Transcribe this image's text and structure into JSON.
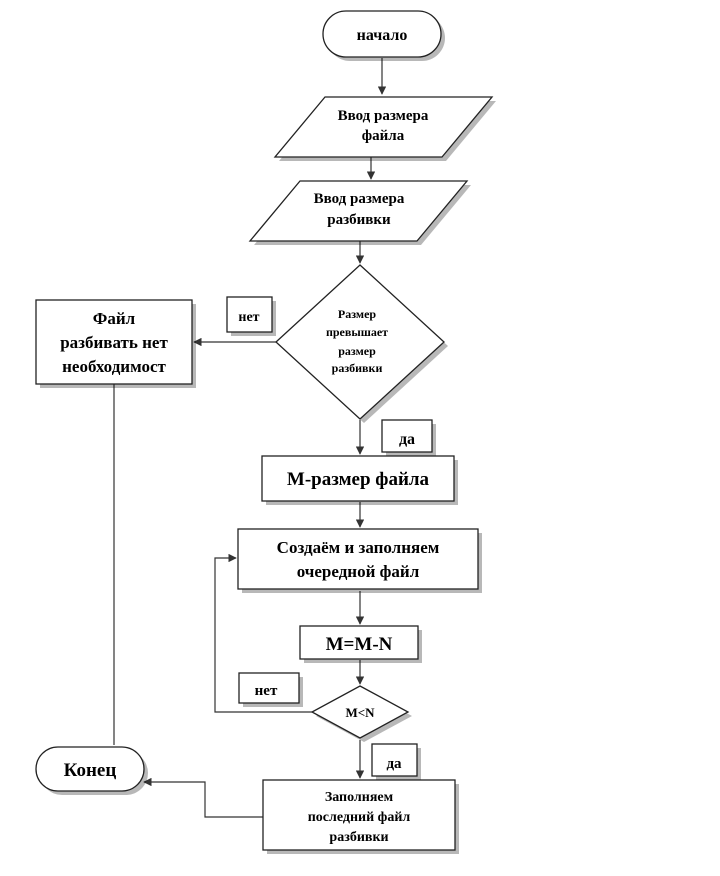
{
  "flowchart": {
    "start": "начало",
    "input_file_size": [
      "Ввод размера",
      "файла"
    ],
    "input_split_size": [
      "Ввод размера",
      "разбивки"
    ],
    "condition_size": [
      "Размер",
      "превышает",
      "размер",
      "разбивки"
    ],
    "label_no_1": "нет",
    "no_split_needed": [
      "Файл",
      "разбивать нет",
      "необходимост"
    ],
    "label_yes_1": "да",
    "m_assign": "М-размер файла",
    "create_fill": [
      "Создаём и заполняем",
      "очередной файл"
    ],
    "m_minus_n": "М=М-N",
    "label_no_2": "нет",
    "condition_m_n": "M<N",
    "label_yes_2": "да",
    "end": "Конец",
    "fill_last": [
      "Заполняем",
      "последний файл",
      "разбивки"
    ]
  }
}
